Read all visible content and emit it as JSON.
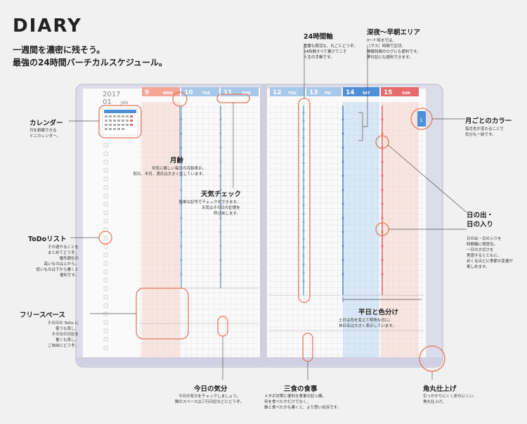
{
  "header": {
    "title": "DIARY",
    "subtitle1": "一週間を濃密に残そう。",
    "subtitle2": "最強の24時間バーチカルスケジュール。"
  },
  "planner": {
    "year": "2017",
    "month_label": "01",
    "month_name": "JAN",
    "tab_number": "1",
    "days": [
      {
        "num": "9",
        "dow": "MON"
      },
      {
        "num": "10",
        "dow": "TUE"
      },
      {
        "num": "11",
        "dow": "WED"
      },
      {
        "num": "12",
        "dow": "THU"
      },
      {
        "num": "13",
        "dow": "FRI"
      },
      {
        "num": "14",
        "dow": "SAT"
      },
      {
        "num": "15",
        "dow": "SUN"
      }
    ]
  },
  "annotations": {
    "calendar": {
      "label": "カレンダー",
      "desc": "月を俯瞰できる\nミニカレンダー。"
    },
    "geppo": {
      "label": "月齢",
      "desc": "何気に嬉しい毎日の月齢表示。\n祝日、半月、満月は大きく記しています。"
    },
    "weather": {
      "label": "天気チェック",
      "desc": "簡単な記号でチェックができます。\n天気はその日の記憶を\n呼び戻します。"
    },
    "todo": {
      "label": "ToDoリスト",
      "desc": "その週やることを\nまとめてどうぞ。\n優先順位の\n高いものは上から。\n低いものは下から書くと\n便利です。"
    },
    "free": {
      "label": "フリースペース",
      "desc": "その日の ToDo に\n使うも良し、\nその日の日記を\n書くも良し。\nご自由にどうぞ。"
    },
    "mood": {
      "label": "今日の気分",
      "desc": "今日の気分をチェックしましょう。\n隣のスペースは三行日記などにどうぞ。"
    },
    "axis24": {
      "label": "24時間軸",
      "desc": "重要も朝活も、丸ごとどうぞ。\n24時間すべて書けてこそ\n人生の手帳です。"
    },
    "midnight": {
      "label": "深夜～早朝エリア",
      "desc": "0～7 時までは、\n［サス］時間で区切。\n睡眠時間のログにも便利です。\n夢日記にも便利できます。"
    },
    "monthcolor": {
      "label": "月ごとのカラー",
      "desc": "毎月色が変わることで\n気分も一新です。"
    },
    "sun": {
      "label": "日の出・\n日の入り",
      "desc": "日の出・日の入りを\n時間軸に視覚化。\n一日の大切さを\n実感するとともに、\nめくるほどに季節の変遷が\n楽しめます。"
    },
    "weekday": {
      "label": "平日と色分け",
      "desc": "土日は色を変えて明快な日に。\n休日名は大きく表示しています。"
    },
    "meal": {
      "label": "三食の食事",
      "desc": "メタボ対策に便利な食事の記入欄。\n何を食べたかだけでなく、\n誰と食べたかも書くと、より思い出深です。"
    },
    "corner": {
      "label": "角丸仕上げ",
      "desc": "引っかかりにくく折れにくい、\n角丸仕上げ。"
    }
  },
  "colors": {
    "accent": "#e8785a",
    "weekday_blue": "#4f8fd8",
    "weekend_red": "#e76b6b"
  }
}
